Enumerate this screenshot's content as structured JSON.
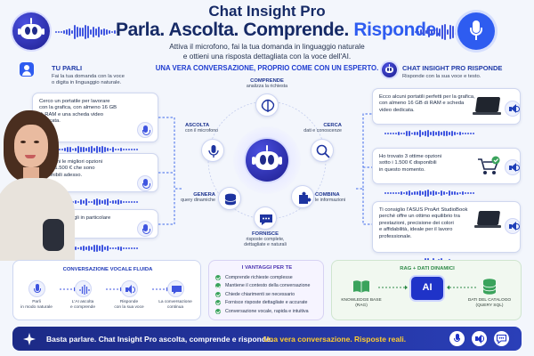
{
  "header": {
    "title": "Chat Insight Pro",
    "tagline_part1": "Parla. Ascolta. Comprende.",
    "tagline_accent": "Risponde.",
    "subtitle_line1": "Attiva il microfono, fai la tua domanda in linguaggio naturale",
    "subtitle_line2": "e ottieni una risposta dettagliata con la voce dell'AI."
  },
  "banner": "UNA VERA CONVERSAZIONE, PROPRIO COME CON UN ESPERTO.",
  "left_panel": {
    "heading": "TU PARLI",
    "desc": [
      "Fai la tua domanda con la voce",
      "o digita in linguaggio naturale."
    ],
    "bubbles": [
      {
        "lines": [
          "Cerco un portatile per lavorare",
          "con la grafica, con almeno 16 GB",
          "di RAM e una scheda video",
          "dedicata."
        ]
      },
      {
        "lines": [
          "Mostrami le migliori opzioni",
          "sotto i 1.500 € che sono",
          "disponibili adesso."
        ]
      },
      {
        "lines": [
          "Quale mi consigli in particolare",
          "e perché?"
        ]
      }
    ]
  },
  "right_panel": {
    "heading": "CHAT INSIGHT PRO RISPONDE",
    "desc": "Risponde con la sua voce e testo.",
    "bubbles": [
      {
        "lines": [
          "Ecco alcuni portatili perfetti per la grafica,",
          "con almeno 16 GB di RAM e scheda",
          "video dedicata."
        ]
      },
      {
        "lines": [
          "Ho trovato 3 ottime opzioni",
          "sotto i 1.500 € disponibili",
          "in questo momento."
        ]
      },
      {
        "lines": [
          "Ti consiglio l'ASUS ProArt StudioBook",
          "perché offre un ottimo equilibrio tra",
          "prestazioni, precisione dei colori",
          "e affidabilità, ideale per il lavoro",
          "professionale."
        ]
      }
    ]
  },
  "cycle": {
    "comprende": {
      "title": "COMPRENDE",
      "desc": [
        "analizza la richiesta"
      ]
    },
    "cerca": {
      "title": "CERCA",
      "desc": [
        "dati e conoscenze"
      ]
    },
    "combina": {
      "title": "COMBINA",
      "desc": [
        "le informazioni"
      ]
    },
    "fornisce": {
      "title": "FORNISCE",
      "desc": [
        "risposte complete,",
        "dettagliate e naturali"
      ]
    },
    "genera": {
      "title": "GENERA",
      "desc": [
        "query dinamiche"
      ]
    },
    "ascolta": {
      "title": "ASCOLTA",
      "desc": [
        "con il microfono"
      ]
    }
  },
  "voice_card": {
    "title": "CONVERSAZIONE VOCALE FLUIDA",
    "steps": [
      {
        "label": [
          "Parli",
          "in modo naturale"
        ]
      },
      {
        "label": [
          "L'AI ascolta",
          "e comprende"
        ]
      },
      {
        "label": [
          "Risponde",
          "con la sua voce"
        ]
      },
      {
        "label": [
          "La conversazione",
          "continua"
        ]
      }
    ]
  },
  "benefits_card": {
    "title": "I VANTAGGI PER TE",
    "items": [
      "Comprende richieste complesse",
      "Mantiene il contesto della conversazione",
      "Chiede chiarimenti se necessario",
      "Fornisce risposte dettagliate e accurate",
      "Conversazione vocale, rapida e intuitiva"
    ]
  },
  "rag_card": {
    "title": "RAG + DATI DINAMICI",
    "ai_label": "AI",
    "kb_label": [
      "KNOWLEDGE BASE",
      "(RAG)"
    ],
    "db_label": [
      "DATI DEL CATALOGO",
      "(QUERY SQL)"
    ]
  },
  "footer": {
    "text": "Basta parlare. Chat Insight Pro ascolta, comprende e risponde.",
    "accent": "Una vera conversazione. Risposte reali."
  },
  "colors": {
    "navy": "#162a66",
    "accent_blue": "#2e5cf0",
    "green": "#3aa35c",
    "yellow": "#ffcc2e"
  }
}
